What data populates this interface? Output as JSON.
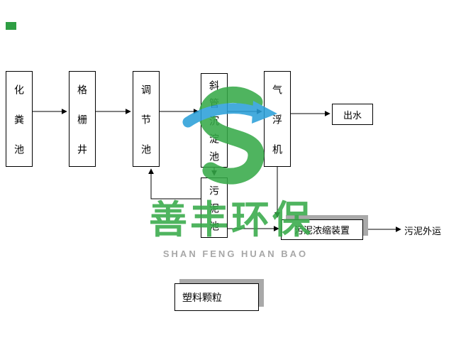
{
  "diagram": {
    "nodes": {
      "septic_tank": {
        "label": "化粪池"
      },
      "grate_well": {
        "label": "格栅井"
      },
      "regulating_tank": {
        "label": "调节池"
      },
      "inclined_tube_settling_tank": {
        "label": "斜管沉淀池"
      },
      "air_flotation_machine": {
        "label": "气浮机"
      },
      "effluent": {
        "label": "出水"
      },
      "sludge_tank": {
        "label": "污泥池"
      },
      "sludge_thickening_unit": {
        "label": "污泥浓缩装置"
      },
      "plastic_granules": {
        "label": "塑料颗粒"
      }
    },
    "labels": {
      "sludge_out": {
        "label": "污泥外运"
      }
    },
    "line_color": "#000000",
    "box_border_color": "#000000",
    "shadow_color": "#a9a9a9"
  },
  "watermark": {
    "cn": "善丰环保",
    "en": "SHAN FENG HUAN BAO",
    "colors": {
      "green": "#35a948",
      "blue": "#2a9fd8",
      "gray": "#9b9b9b"
    }
  },
  "corner_mark": {
    "color": "#2e9e43"
  }
}
